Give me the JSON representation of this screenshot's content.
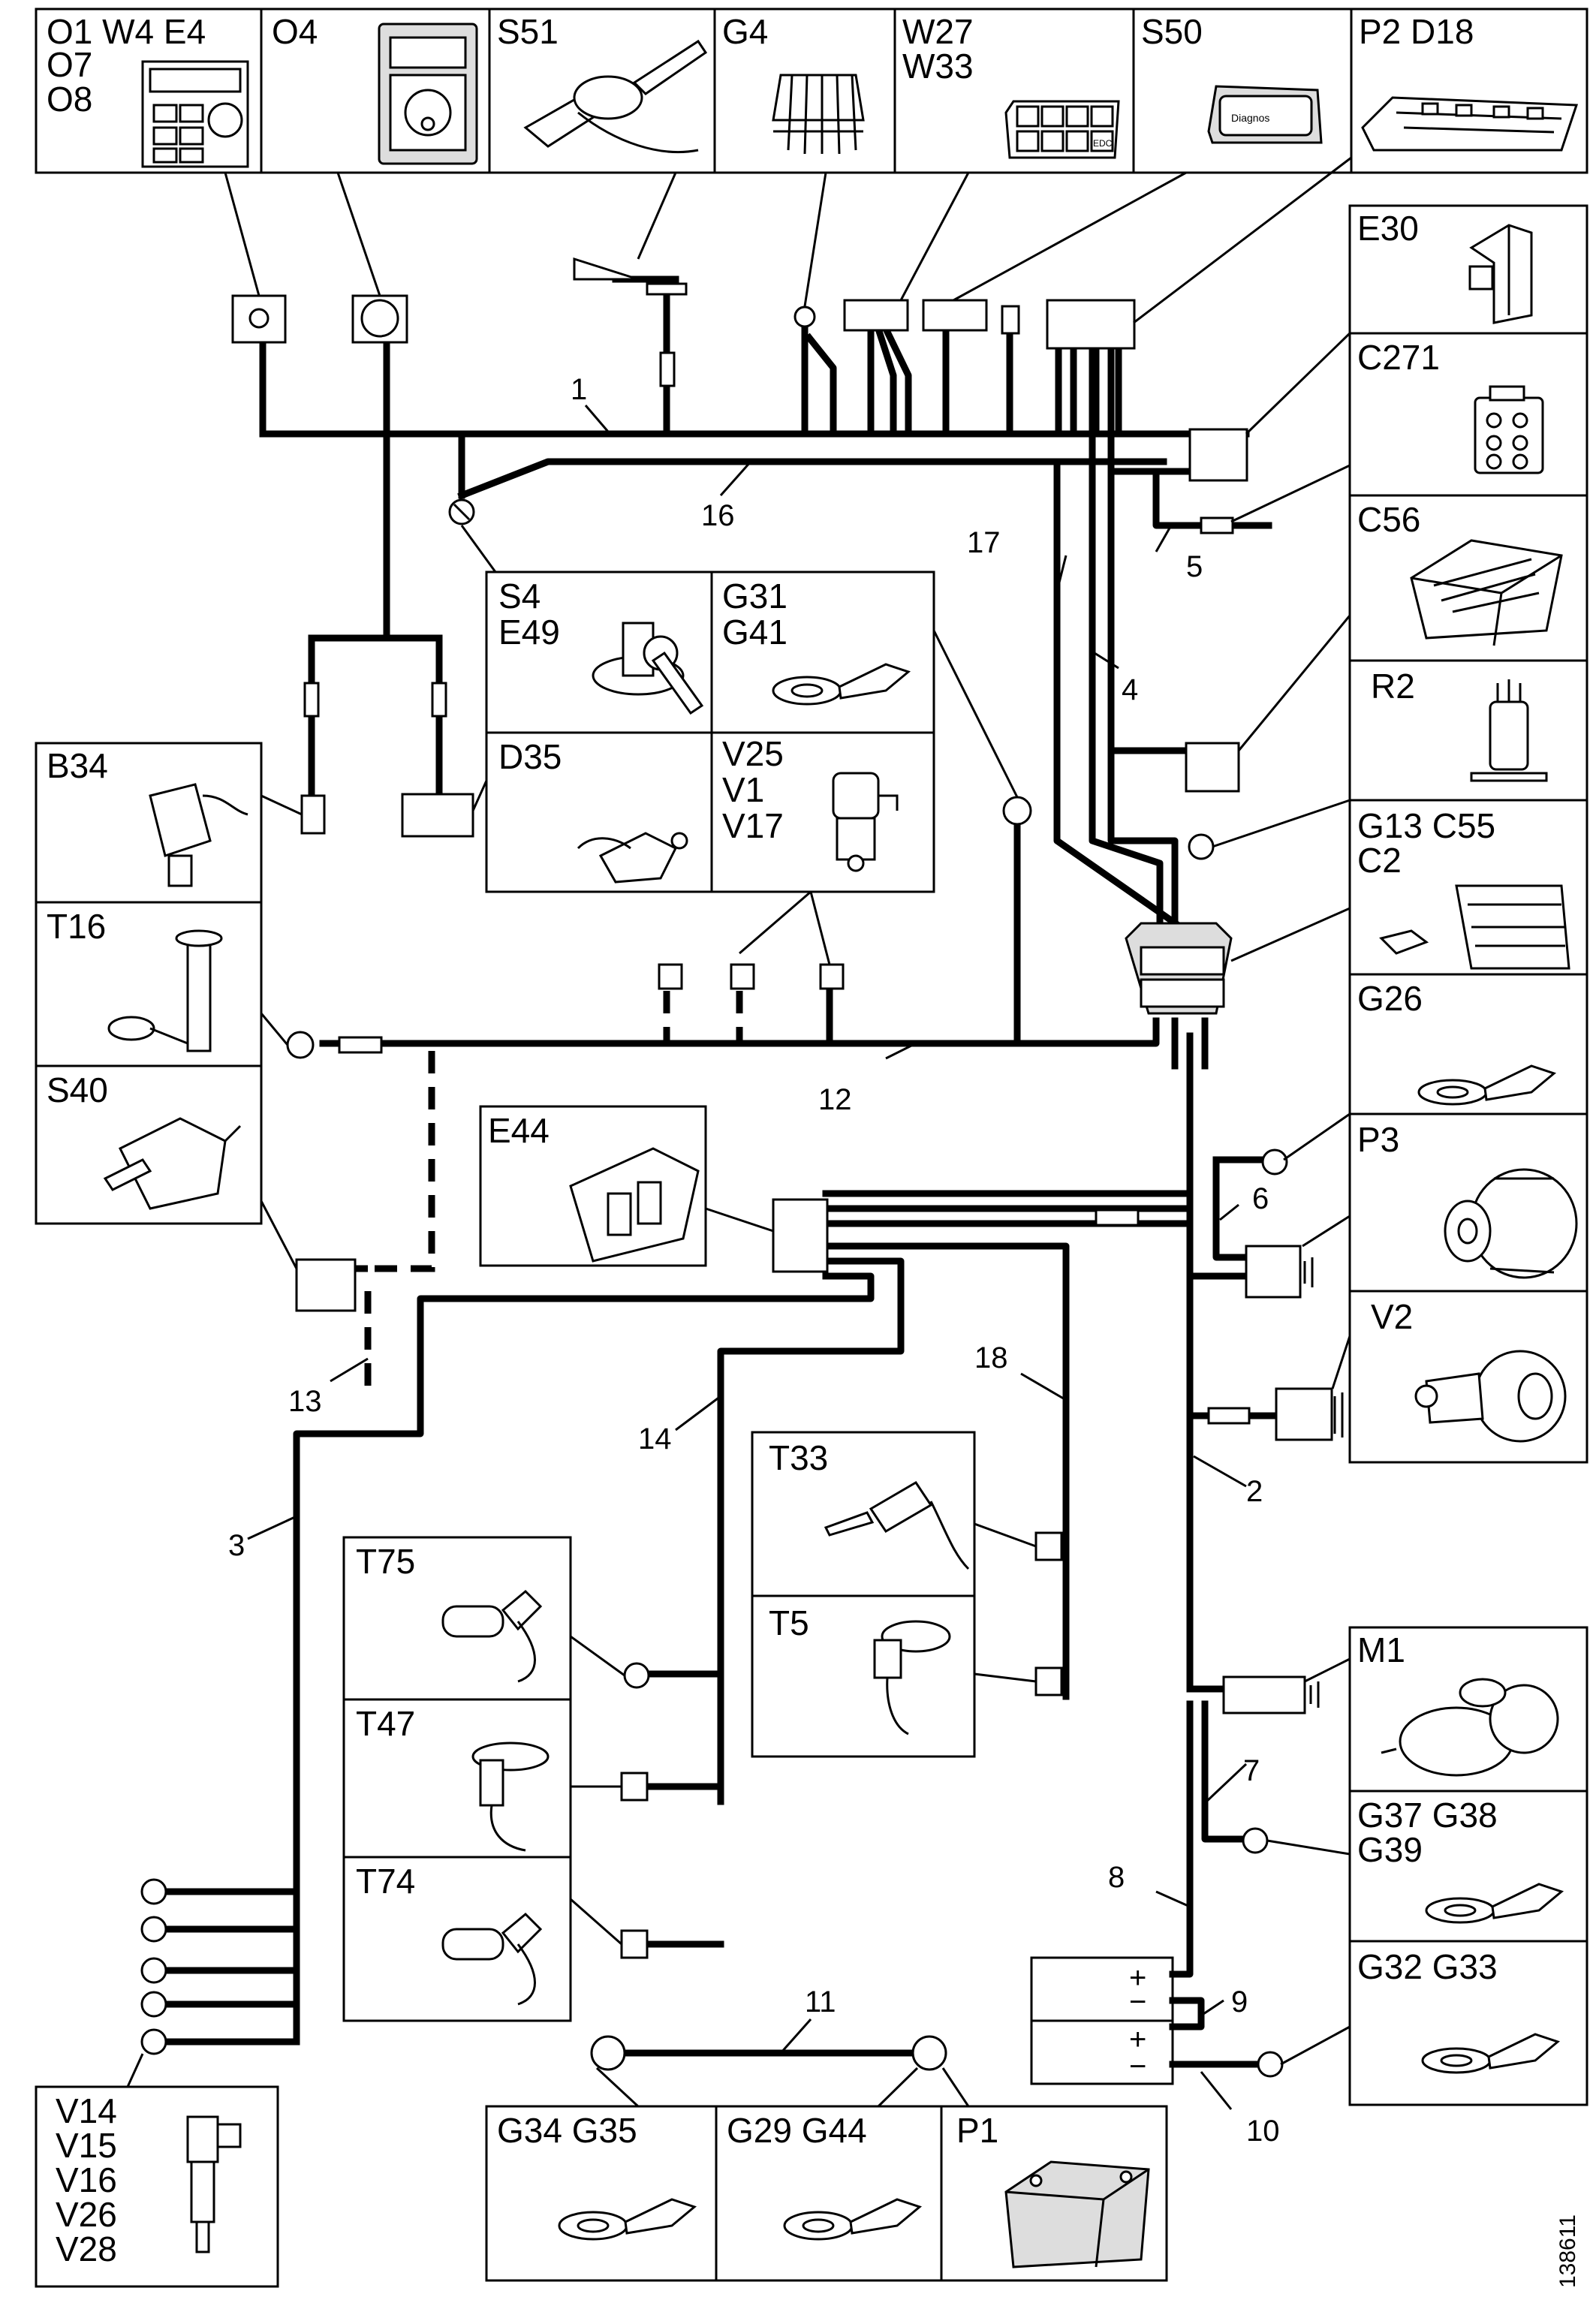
{
  "diagram": {
    "figure_number": "138611",
    "panels": {
      "o1": [
        "O1 W4 E4",
        "O7",
        "O8"
      ],
      "o4": [
        "O4"
      ],
      "s51": [
        "S51"
      ],
      "g4": [
        "G4"
      ],
      "w27": [
        "W27",
        "W33"
      ],
      "s50": [
        "S50"
      ],
      "p2": [
        "P2 D18"
      ],
      "e30": [
        "E30"
      ],
      "c271": [
        "C271"
      ],
      "c56": [
        "C56"
      ],
      "r2": [
        "R2"
      ],
      "g13": [
        "G13  C55",
        "C2"
      ],
      "g26": [
        "G26"
      ],
      "p3": [
        "P3"
      ],
      "v2": [
        "V2"
      ],
      "m1": [
        "M1"
      ],
      "g37": [
        "G37  G38",
        "G39"
      ],
      "g32": [
        "G32 G33"
      ],
      "s4": [
        "S4",
        "E49"
      ],
      "g31": [
        "G31",
        "G41"
      ],
      "d35": [
        "D35"
      ],
      "v25": [
        "V25",
        "V1",
        "V17"
      ],
      "b34": [
        "B34"
      ],
      "t16": [
        "T16"
      ],
      "s40": [
        "S40"
      ],
      "e44": [
        "E44"
      ],
      "t33": [
        "T33"
      ],
      "t5": [
        "T5"
      ],
      "t75": [
        "T75"
      ],
      "t47": [
        "T47"
      ],
      "t74": [
        "T74"
      ],
      "v14": [
        "V14",
        "V15",
        "V16",
        "V26",
        "V28"
      ],
      "g34": [
        "G34 G35"
      ],
      "g29": [
        "G29 G44"
      ],
      "p1": [
        "P1"
      ]
    },
    "cable_numbers": [
      "1",
      "2",
      "3",
      "4",
      "5",
      "6",
      "7",
      "8",
      "9",
      "10",
      "11",
      "12",
      "13",
      "14",
      "16",
      "17",
      "18"
    ],
    "icon_text": {
      "s50_device": "Diagnos",
      "w27_switch": "EDC",
      "battery_pos": "+",
      "battery_neg": "−"
    }
  }
}
